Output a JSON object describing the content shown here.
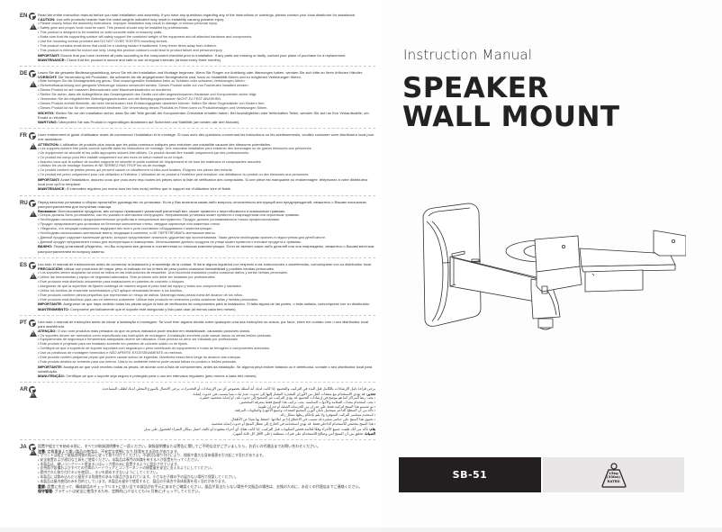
{
  "left_page": {
    "sections": [
      {
        "code": "EN",
        "intro": "Read the entire instruction manual before you start installation and assembly. If you have any questions regarding any of the instructions or warnings, please contact your local distributor for assistance.",
        "caution_label": "CAUTION:",
        "caution": "Use with products heavier than the rated weights indicated may result in instability causing possible injury.",
        "bullets": [
          "Please closely follow the assembly instructions. Improper installation may result in damage or serious personal injury.",
          "Safety gear and proper tools must be used. This product should only be installed by professionals.",
          "This product is designed to be installed on solid concrete walls or masonry walls.",
          "Make sure that the supporting surface will safely support the combined weight of the equipment and all attached hardware and components.",
          "Use the mounting screws provided and DO NOT OVER TIGHTEN mounting screws.",
          "This product contains small items that could be a choking hazard if swallowed. Keep these items away from children.",
          "This product is intended for indoor use only. Using this product outdoors could lead to product failure and personal injury."
        ],
        "important_label": "IMPORTANT:",
        "important": "Ensure that you have received all parts according to the component checklist prior to installation. If any parts are missing or faulty, contact your place of purchase for a replacement.",
        "maintenance_label": "MAINTENANCE:",
        "maintenance": "Check that the product is secure and safe to use at regular intervals (at least every three months)."
      },
      {
        "code": "DE",
        "intro": "Lesen Sie die gesamte Bedienungsanleitung, bevor Sie mit der Installation und Montage beginnen. Wenn Sie Fragen zur Anleitung oder Warnungen haben, wenden Sie sich bitte an Ihren örtlichen Händler.",
        "caution_label": "VORSICHT:",
        "caution": "Die Verwendung mit Produkten, die schwerer als die angegebenen Nenngewichte sind, kann zu Instabilität führen und zu möglichen Verletzungen führen.",
        "bullets": [
          "Bitte befolgen Sie die Montageanleitung genau. Eine unsachgemäße Installation kann zu Schäden oder schweren Verletzungen führen.",
          "Sicherheitsausrüstung und geeignete Werkzeuge müssen verwendet werden. Dieses Produkt sollte nur von Fachleuten installiert werden.",
          "Dieses Produkt ist auf massiven Betonwänden oder Mauerwerkswänden zu montieren.",
          "Stellen Sie sicher, dass die Auflagefläche das Gesamtgewicht des Geräts und aller angeschlossenen Hardware und Komponenten sicher trägt.",
          "Verwenden Sie die mitgelieferten Befestigungsschrauben und die Befestigungsschrauben NICHT ZU FEST ANZIEHEN.",
          "Dieses Produkt enthält Kleinteile, die beim Verschlucken eine Erstickungsgefahr darstellen können. Halten Sie diese Gegenstände von Kindern fern.",
          "Dieses Produkt ist nur für den Innenbereich bestimmt. Die Verwendung dieses Produkts im Freien kann zu Produktversagen und Verletzungen führen."
        ],
        "important_label": "WICHTIG:",
        "important": "Stellen Sie vor der Installation sicher, dass Sie alle Teile gemäß der Komponenten-Checkliste erhalten haben. Bei Ausfall/gfehlen oder fehlerhaften Teilen, wenden Sie sich an Ihre Verkaufsstelle, um Ersatz zu erhalten.",
        "maintenance_label": "WARTUNG:",
        "maintenance": "Überprüfen Sie das Produkt in regelmäßigen Abständen auf Sicherheit und Stabilität (am besten alle drei Monate)."
      },
      {
        "code": "FR",
        "intro": "Lisez entièrement le guide d'utilisateur avant de commencer l'installation et le montage. Si vous avez des questions concernant les instructions ou les avertissements, veuillez contacter votre distributeur local pour une assistance.",
        "caution_label": "ATTENTION:",
        "caution": "L'utilisation de produits plus lourds que les poids nominaux indiqués peut entraîner une instabilité causant des blessures potentielles.",
        "bullets": [
          "Les supports doivent être joints comme spécifié dans les instructions de montage. Une mauvaise installation peut entraîner des dommages ou de graves blessures aux personnes.",
          "Un équipement de sécurité et les outils appropriés doivent être utilisés. Ce produit devrait être installé uniquement par des professionnels.",
          "Ce produit est conçu pour être installé uniquement sur des murs en béton massif ou en brique.",
          "Assurez-vous que la surface de soutien supporte en sécurité le poids combiné de l'équipement et de tous les matériaux et composantes associés.",
          "Utilisez les vis de montage fournies et NE SERREZ PAS TROP les vis de montage.",
          "Ce produit contient de petites pièces qui peuvent causer un étouffement si elles sont avalées. Éloignez ces pièces des enfants.",
          "Ce produit est prévu uniquement pour une utilisation à l'intérieur. L'utilisation de ce produit à l'extérieur peut entraîner une défaillance du produit ou des blessures aux personnes."
        ],
        "important_label": "IMPORTANT:",
        "important": "Avant l'installation, assurez-vous que vous avez reçu toutes les pièces selon la liste de vérification des composants. Si une pièce est manquante ou endommagée, téléphonez à votre distributeur local pour qu'il la remplace.",
        "maintenance_label": "MAINTENANCE:",
        "maintenance": "À intervalles réguliers (au moins tous les trois mois) vérifiez que le support est d'utilisation sûre et fiable."
      },
      {
        "code": "RU",
        "intro": "Перед началом установки и сборки прочитайте руководство по установке. Если у Вас возникли какие-либо вопросы относительно инструкций или предупреждений, свяжитесь с Вашим локальным распространителем для получения помощи.",
        "caution_label": "Внимание:",
        "caution": "Использование продуктов, вес которых превышает указанный расчетный вес, может привести к неустойчивости и возможным травмам.",
        "bullets": [
          "Опоры должны быть установлены, как это указано в монтажных инструкциях. Неправильная установка может привести к повреждениям или серьезным травмам.",
          "Необходимо использовать предохранительные устройства и специальные инструменты. Продукт должен устанавливаться только профессионалами.",
          "Продукт предназначен для установки на бетонные монолитные стены, твердые кирпичные или каменные стены.",
          "Убедитесь, что несущая поверхность выдержит вес всего узла составного оборудования и комплектующих.",
          "Необходимо использовать монтажные винты, входящие в комплект, и НЕ ПЕРЕТЯГИВАТЬ монтажные винты.",
          "Данный продукт содержит маленькие детали, которые представляют опасность удушения при проглатывании. Такие детали необходимо хранить в недоступном для детей месте.",
          "Данный продукт предназначен только для эксплуатации в помещениях. Использование данного продукта на улице может привести к поломке продукта и травмам."
        ],
        "important_label": "ВАЖНО:",
        "important": "Перед установкой убедитесь, что Вы получили все детали в соответствии со списком комплектующих. Если не хватает каких-либо деталей или они повреждены, свяжитесь с Вашим местным распространителем по вопросу замены.",
        "maintenance_label": "",
        "maintenance": ""
      },
      {
        "code": "ES",
        "intro": "Lea todo el manual de instrucciones antes de comenzar la instalación y ensamblaje de la unidad. Si tiene alguna inquietud con respecto a las instrucciones o advertencias, comuníquese con su distribuidor local.",
        "caution_label": "PRECAUCIÓN:",
        "caution": "utilizar con productos de mayor peso al indicado en los límites de peso podría ocasionar inestabilidad y posibles heridas personales.",
        "bullets": [
          "Los soportes deben acoplarse tal como se indica en las instrucciones de ensamble. Una incorrecta instalación podría ocasionar daños y serias heridas personales.",
          "Utilice las herramientas y equipo de seguridad adecuados. Este producto sólo debe ser instalado por profesionales.",
          "Este producto está diseñado únicamente para instalaciones en paredes de concreto o bloques.",
          "Asegúrese de que la superficie de fijación sostenga de manera segura el peso total del equipo y todos sus componentes y hardware.",
          "Utilice los tornillos de ensamble suministrados y NO aplique demasiada tensión a los tornillos.",
          "Este producto contiene piezas pequeñas que representan un riesgo de asfixia. Mantenga estas piezas fuera del alcance de los niños.",
          "Este producto está diseñado para uso en interiores solamente. Utilizar este producto en exteriores podría ocasionar fallas y heridas personales."
        ],
        "important_label": "IMPORTANTE:",
        "important": "Asegúrese de que haya recibido todas las piezas según la lista de verificación de componentes para la instalación. Si falta alguna de las partes, o está dañada, comuníquese con su distribuidor.",
        "maintenance_label": "MANTENIMIENTO:",
        "maintenance": "Compruebe periódicamente que el soporte esté asegurado y listo para usar (al menos cada tres meses)."
      },
      {
        "code": "PT",
        "intro": "Leia todo o manual de instruções antes de iniciar a instalação e montagem. Se você tiver alguma dúvida sobre quaisquer uma das instruções ou avisos, por favor, entre em contato com o seu distribuidor local para assistência.",
        "caution_label": "ATENÇÃO:",
        "caution": "O uso com produtos mais pesados do que os pesos indicados pode resultar em instabilidade, causando possíveis danos.",
        "bullets": [
          "Os suportes devem ser anexados como especificado nas instruções de montagem. A instalação incorreta pode causar danos ou sérias lesões pessoais.",
          "Equipamentos de segurança e ferramentas adequadas devem ser utilizados. Esse produto só deve ser instalado por profissionais.",
          "Este produto é projetado para ser instalado somente em paredes de concreto sólido ou de tijolos.",
          "Certifique-se que a superfície de suporte suportará com segurança o peso combinado do equipamento e todas as ferragens e componentes anexados.",
          "Use os parafusos de montagem fornecidos e NÃO APERTE EXCESSIVAMENTE os mesmos.",
          "Este produto contém pequenas peças que podem causar sufoco se ingeridas. Mantenha esses itens longe do alcance das crianças.",
          "Este produto destina-se somente para uso interno. Usá-lo no ambiente externo pode causar falhas no produto e lesões pessoais."
        ],
        "important_label": "IMPORTANTE:",
        "important": "Assegure-se que você recebeu todas as peças, de acordo com a lista de componentes, antes da instalação. Se alguma peça estiver faltando ou é defeituosa, contate o seu distribuidor local para substituição.",
        "maintenance_label": "MANUTENÇÃO:",
        "maintenance": "Certifique-se que o suporte seja seguro e protegido para o uso em intervalos regulares (pelo menos a cada três meses)."
      },
      {
        "code": "AR",
        "intro": "يرجى قراءة دليل الإرشادات بالكامل قبل البدء في التركيب والتجميع. إذا كانت لديك أية أسئلة بخصوص أي من الإرشادات أو التحذيرات، يرجى الاتصال بالموزع المحلي لديك لطلب المساعدة.",
        "caution_label": "تحذير:",
        "caution": "قد يؤدي الاستخدام مع منتجات أثقل من الأوزان المقدرة المشار إليها إلى حدوث عدم ثبات مما يتسبب في حدوث إصابة.",
        "bullets": [
          "يجب ربط المراكز كما هو موضح في إرشادات التجميع. قد يؤدي التركيب غير الصحيح إلى حدوث تلف أو إصابة شخصية خطيرة.",
          "يجب استخدام معدات السلامة والأدوات المناسبة. يجب تركيب هذا المنتج فقط بمعرفة المختصين.",
          "تم تصميم هذا المنتج لتركيبه فقط على جدران من الخرسانة الصلبة أو جدران طوبية.",
          "تأكد من أن السطح الداعم سيتحمل بأمان الوزن المجمع للمعدات وجميع الأجهزة والمكونات المرفقة.",
          "استخدم مسامير التركيب المتوفرة ولا تقم بإحكام ربطها بشكل زائد.",
          "يحتوي هذا المنتج على عناصر صغيرة قد تتسبب في الاختناق إذا تم ابتلاعها. احتفظ بها بعيدًا عن الأطفال.",
          "هذا المنتج مخصص للاستخدام الداخلي فقط. قد يؤدي استخدامه في الخارج إلى تعطل المنتج أو حدوث إصابة شخصية."
        ],
        "important_label": "هام:",
        "important": "تأكد من أنك تلقيت جميع الأجزاء وفقًا لقائمة فحص المكونات قبل التركيب. إذا كانت هناك أي أجزاء مفقودة أو تالفة، اتصل بمكان الشراء للحصول على بديل.",
        "maintenance_label": "الصيانة:",
        "maintenance": "تحقق من أن المنتج آمن وصالح للاستخدام على فترات منتظمة (على الأقل كل ثلاثة أشهر)."
      },
      {
        "code": "JA",
        "intro": "設置や組立てを始める前に、すべての取扱説明書をご一読ください。取扱説明書または警告に関してご不明な点がございましたら、お近くの代理店までお問い合わせください。",
        "caution_label": "注意:",
        "caution": "定格重量より重い製品の使用は、不安定な状態になり,怪我をする恐れがあります。",
        "bullets": [
          "マウントは組立て取扱説明書の指示に従って取り付けてください。不適切な取り付けにより、損傷や重大な身体傷害を引き起こす恐れがあります。",
          "安全装置および適切な工具をご使用ください。本製品は専門の知識を有する人が設置を行ってください。",
          "本製品は、硬いコンクリート壁あるいはレンガ壁のみに設置するように設計されています。",
          "支持面が設備およびすべての付属のハードウェアとコンポーネントの総重量を安全に支えるようにしてください。",
          "提供された取り付けネジを使用し、ネジを締めすぎないようにしてください。",
          "本製品には飲み込んだら窒息する危険性のある小部品が含まれています。小さなお子様の手の届かない場所で保管してください。",
          "本製品は屋内使用のみを目的としています。本製品を屋外で使用すると、製品の不具合や身体傷害を招く恐れがあります。"
        ],
        "important_label": "重要:",
        "important": "設置に先立って、構成部品のチェックリストに従い全ての部品がお手元にあるかご確認ください。部品が見当たらない場合や欠陥品の場合は、交換のために、お近くの代理店までご連絡ください。",
        "maintenance_label": "保守管理:",
        "maintenance": "ブラケットは安全に使用するため、定期的に(少なくとも3ヶ月毎に)チェックしてください。"
      }
    ]
  },
  "right_page": {
    "subtitle": "Instruction Manual",
    "title_line1": "SPEAKER",
    "title_line2": "WALL MOUNT",
    "product_image_alt": "speaker wall mount bracket illustration",
    "model": "SB-51",
    "rating": {
      "weight_kg": "15kg",
      "weight_lbs": "(33lbs)",
      "label": "RATED"
    }
  },
  "colors": {
    "model_bar_bg": "#231f20",
    "rating_box_bg": "#e8e6e7",
    "title_text": "#222222"
  }
}
